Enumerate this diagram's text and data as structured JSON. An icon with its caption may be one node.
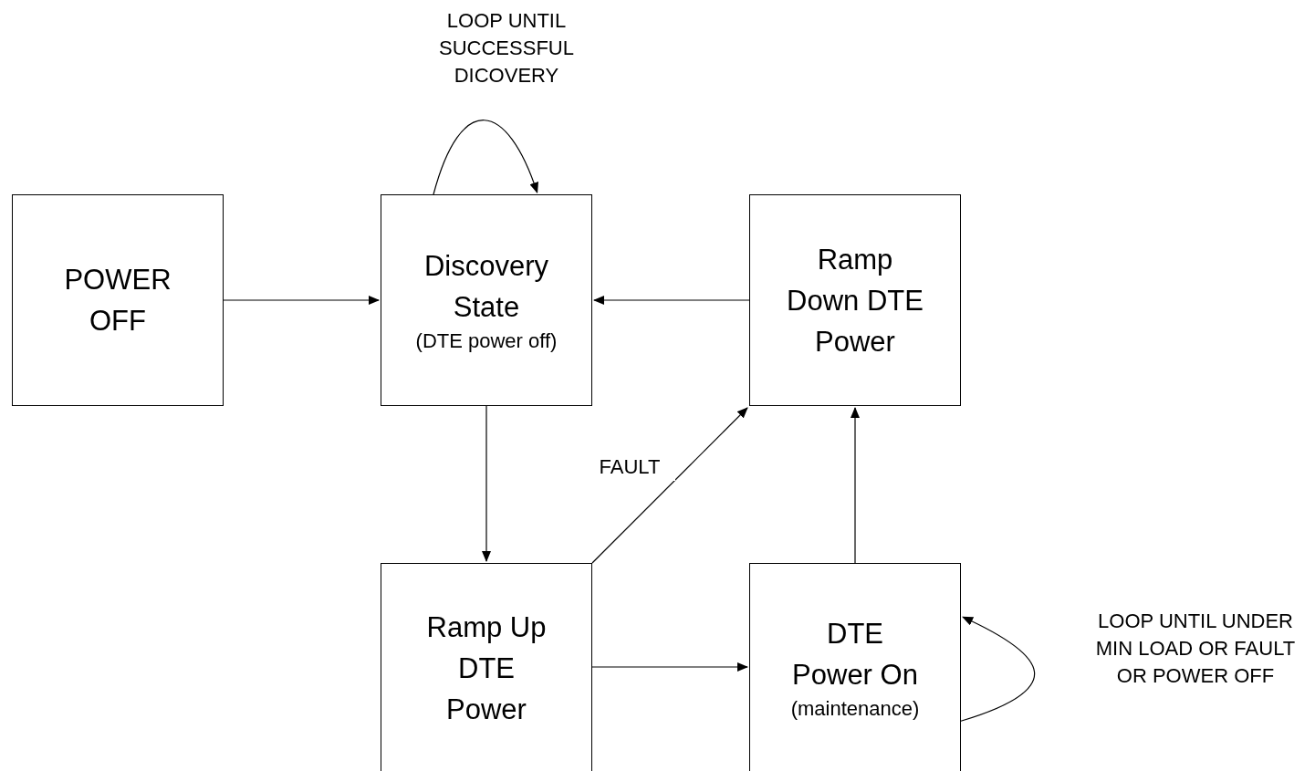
{
  "diagram": {
    "nodes": [
      {
        "text": [
          "POWER OFF"
        ]
      },
      {
        "text": [
          "Discovery State",
          "(DTE power off)"
        ]
      },
      {
        "text": [
          "Ramp Down DTE Power"
        ]
      },
      {
        "text": [
          "Ramp Up DTE Power"
        ]
      },
      {
        "text": [
          "DTE Power On",
          "(maintenance)"
        ]
      }
    ],
    "edges": [
      {
        "from": 0,
        "to": 1,
        "arrow": "to"
      },
      {
        "from": 1,
        "to": 1,
        "arrow": "to",
        "label": "LOOP UNTIL SUCCESSFUL DICOVERY"
      },
      {
        "from": 2,
        "to": 1,
        "arrow": "to"
      },
      {
        "from": 1,
        "to": 3,
        "arrow": "to"
      },
      {
        "from": 3,
        "to": 2,
        "arrow": "to",
        "label": "FAULT"
      },
      {
        "from": 3,
        "to": 4,
        "arrow": "to"
      },
      {
        "from": 4,
        "to": 2,
        "arrow": "to"
      },
      {
        "from": 4,
        "to": 4,
        "arrow": "to",
        "label": "LOOP UNTIL UNDER MIN LOAD OR FAULT OR POWER OFF"
      }
    ]
  }
}
